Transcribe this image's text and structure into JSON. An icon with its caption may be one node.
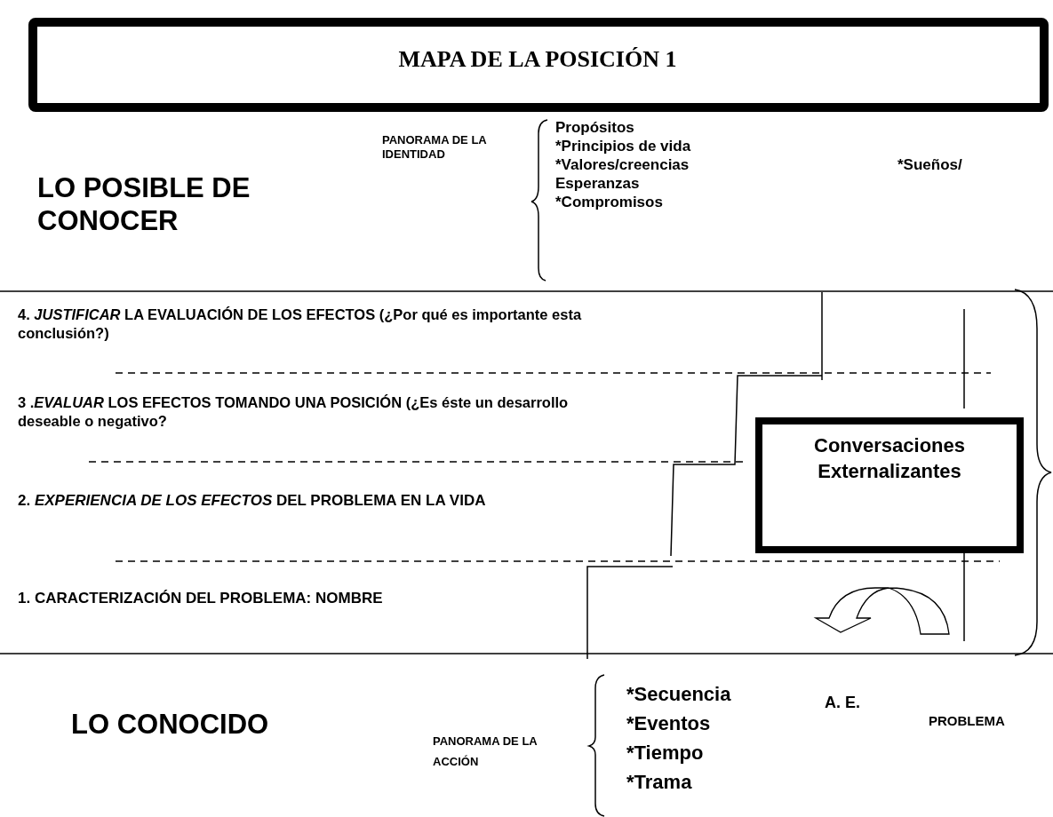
{
  "diagram": {
    "title": "MAPA DE LA POSICIÓN 1",
    "nodes": [
      {
        "text": [
          "Conversaciones Externalizantes"
        ]
      }
    ],
    "labels": [
      "LO POSIBLE DE CONOCER",
      "PANORAMA DE LA IDENTIDAD",
      "Propósitos",
      "*Principios de vida",
      "*Valores/creencias",
      "*Sueños/",
      "Esperanzas",
      "*Compromisos",
      "4. *JUSTIFICAR* LA EVALUACIÓN DE LOS EFECTOS  (¿Por qué es importante esta conclusión?)",
      "3 .*EVALUAR* LOS EFECTOS TOMANDO UNA POSICIÓN (¿Es éste un desarrollo deseable  o negativo?",
      "2. *EXPERIENCIA DE LOS EFECTOS* DEL PROBLEMA EN LA VIDA",
      "1. CARACTERIZACIÓN DEL PROBLEMA: NOMBRE",
      "A. E.",
      "LO CONOCIDO",
      "PANORAMA DE LA ACCIÓN",
      "*Secuencia",
      "*Eventos",
      "*Tiempo",
      "*Trama",
      "PROBLEMA"
    ]
  }
}
